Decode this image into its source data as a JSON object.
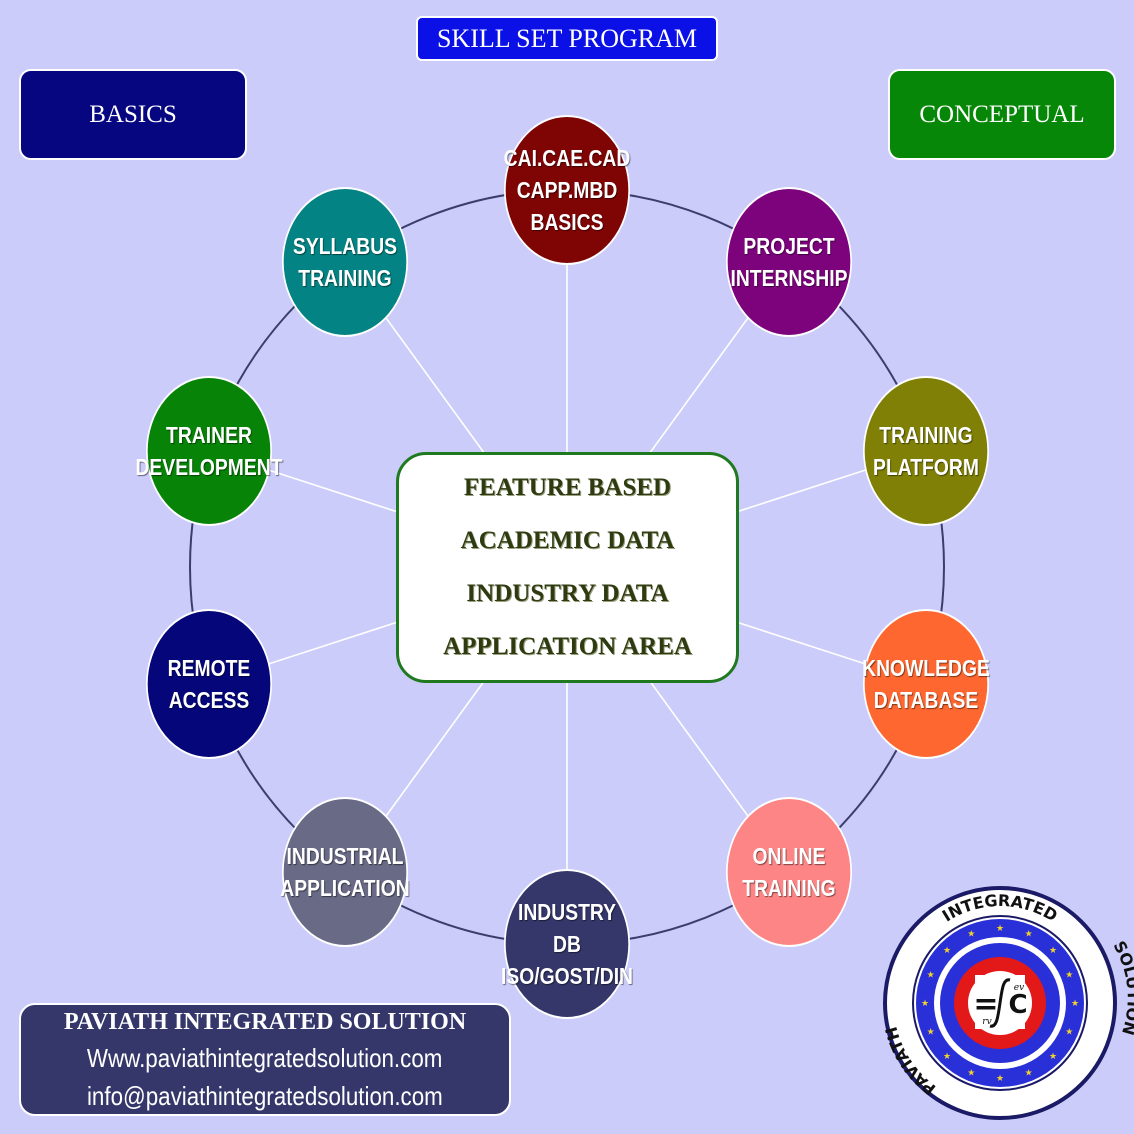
{
  "title": "SKILL SET PROGRAM",
  "corner_boxes": {
    "basics": "BASICS",
    "conceptual": "CONCEPTUAL"
  },
  "center_items": [
    "FEATURE BASED",
    "ACADEMIC DATA",
    "INDUSTRY DATA",
    "APPLICATION AREA"
  ],
  "nodes": [
    {
      "id": "cai",
      "lines": [
        "CAI.CAE.CAD",
        "CAPP.MBD",
        "BASICS"
      ],
      "color": "#7f0404"
    },
    {
      "id": "project",
      "lines": [
        "PROJECT",
        "INTERNSHIP"
      ],
      "color": "#7d037d"
    },
    {
      "id": "platform",
      "lines": [
        "TRAINING",
        "PLATFORM"
      ],
      "color": "#808007"
    },
    {
      "id": "knowledge",
      "lines": [
        "KNOWLEDGE",
        "DATABASE"
      ],
      "color": "#fe6830"
    },
    {
      "id": "online",
      "lines": [
        "ONLINE",
        "TRAINING"
      ],
      "color": "#fd8585"
    },
    {
      "id": "industry-db",
      "lines": [
        "INDUSTRY DB",
        "ISO/GOST/DIN"
      ],
      "color": "#35376a"
    },
    {
      "id": "industrial",
      "lines": [
        "INDUSTRIAL",
        "APPLICATION"
      ],
      "color": "#686a86"
    },
    {
      "id": "remote",
      "lines": [
        "REMOTE",
        "ACCESS"
      ],
      "color": "#04067a"
    },
    {
      "id": "trainer",
      "lines": [
        "TRAINER",
        "DEVELOPMENT"
      ],
      "color": "#078407"
    },
    {
      "id": "syllabus",
      "lines": [
        "SYLLABUS",
        "TRAINING"
      ],
      "color": "#038383"
    }
  ],
  "company": {
    "name": "PAVIATH INTEGRATED SOLUTION",
    "website": "Www.paviathintegratedsolution.com",
    "email": "info@paviathintegratedsolution.com"
  },
  "logo": {
    "ring_text_top": "INTEGRATED",
    "ring_text_left": "PAVIATH",
    "ring_text_right": "SOLUTION",
    "mark_left": "=",
    "mark_right": "C",
    "mark_small_top": "ev",
    "mark_small_bottom": "rv"
  },
  "colors": {
    "background": "#ccccfb",
    "title_box": "#0a10e6",
    "basics_box": "#060680",
    "conceptual_box": "#078707",
    "center_border": "#1f7a1f",
    "company_box": "#35376a",
    "logo_blue": "#2a30d8",
    "logo_red": "#e31818"
  }
}
